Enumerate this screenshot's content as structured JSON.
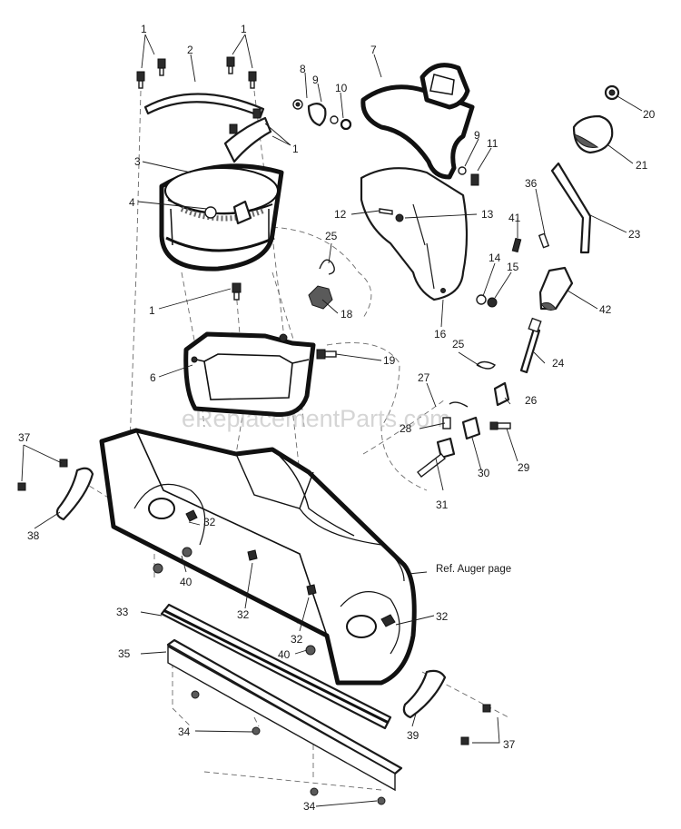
{
  "watermark": "eReplacementParts.com",
  "note": "Ref. Auger page",
  "callouts": {
    "c1a": "1",
    "c1b": "1",
    "c1c": "1",
    "c1d": "1",
    "c2": "2",
    "c3": "3",
    "c4": "4",
    "c6": "6",
    "c7": "7",
    "c8": "8",
    "c9a": "9",
    "c9b": "9",
    "c10": "10",
    "c11": "11",
    "c12": "12",
    "c13": "13",
    "c14": "14",
    "c15": "15",
    "c16": "16",
    "c18": "18",
    "c19": "19",
    "c20": "20",
    "c21": "21",
    "c23": "23",
    "c24": "24",
    "c25a": "25",
    "c25b": "25",
    "c26": "26",
    "c27": "27",
    "c28": "28",
    "c29": "29",
    "c30": "30",
    "c31": "31",
    "c32a": "32",
    "c32b": "32",
    "c32c": "32",
    "c32d": "32",
    "c33": "33",
    "c34a": "34",
    "c34b": "34",
    "c35": "35",
    "c36": "36",
    "c37a": "37",
    "c37b": "37",
    "c38": "38",
    "c39": "39",
    "c40a": "40",
    "c40b": "40",
    "c41": "41",
    "c42": "42"
  }
}
